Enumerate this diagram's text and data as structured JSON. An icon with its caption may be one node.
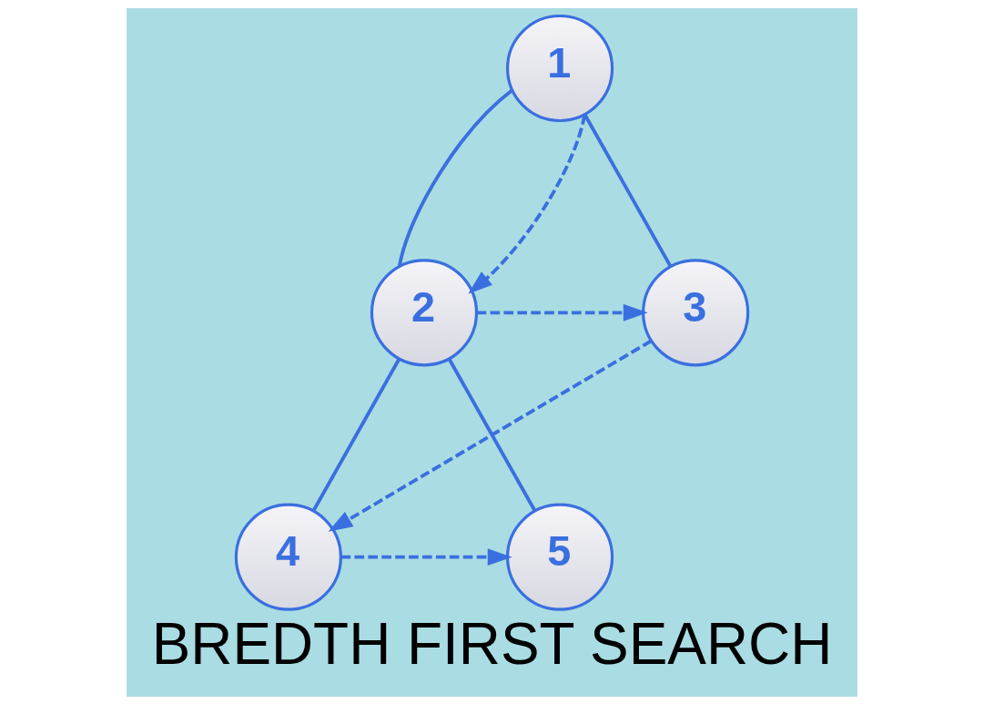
{
  "diagram": {
    "title": "BREDTH FIRST SEARCH",
    "nodes": [
      {
        "text": [
          "1"
        ]
      },
      {
        "text": [
          "2"
        ]
      },
      {
        "text": [
          "3"
        ]
      },
      {
        "text": [
          "4"
        ]
      },
      {
        "text": [
          "5"
        ]
      }
    ],
    "edges": [
      {
        "from": 0,
        "to": 1,
        "arrow": "none"
      },
      {
        "from": 0,
        "to": 2,
        "arrow": "none"
      },
      {
        "from": 1,
        "to": 3,
        "arrow": "none"
      },
      {
        "from": 1,
        "to": 4,
        "arrow": "none"
      },
      {
        "from": 0,
        "to": 1,
        "arrow": "to",
        "style": "dashed"
      },
      {
        "from": 1,
        "to": 2,
        "arrow": "to",
        "style": "dashed"
      },
      {
        "from": 2,
        "to": 3,
        "arrow": "to",
        "style": "dashed"
      },
      {
        "from": 3,
        "to": 4,
        "arrow": "to",
        "style": "dashed"
      }
    ]
  }
}
